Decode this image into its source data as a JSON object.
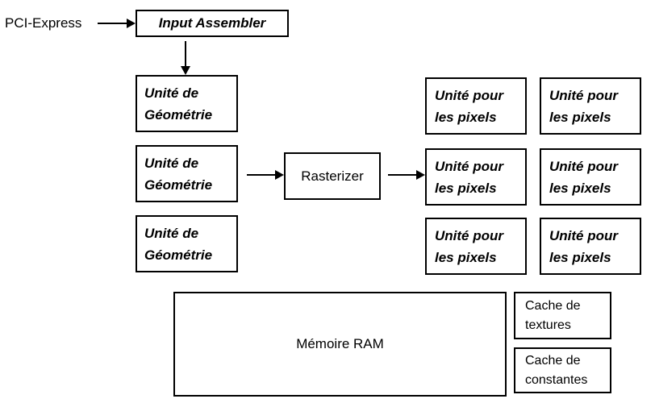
{
  "colors": {
    "background": "#ffffff",
    "border": "#000000",
    "text": "#000000"
  },
  "nodes": {
    "pci_express": {
      "label": "PCI-Express"
    },
    "input_assembler": {
      "label": "Input Assembler"
    },
    "geometry_units": [
      {
        "label": "Unité de\nGéométrie"
      },
      {
        "label": "Unité de\nGéométrie"
      },
      {
        "label": "Unité de\nGéométrie"
      }
    ],
    "rasterizer": {
      "label": "Rasterizer"
    },
    "pixel_units": [
      {
        "label": "Unité pour\nles pixels"
      },
      {
        "label": "Unité pour\nles pixels"
      },
      {
        "label": "Unité pour\nles pixels"
      },
      {
        "label": "Unité pour\nles pixels"
      },
      {
        "label": "Unité pour\nles pixels"
      },
      {
        "label": "Unité pour\nles pixels"
      }
    ],
    "memory": {
      "label": "Mémoire RAM"
    },
    "caches": [
      {
        "label": "Cache de\ntextures"
      },
      {
        "label": "Cache de\nconstantes"
      }
    ]
  }
}
